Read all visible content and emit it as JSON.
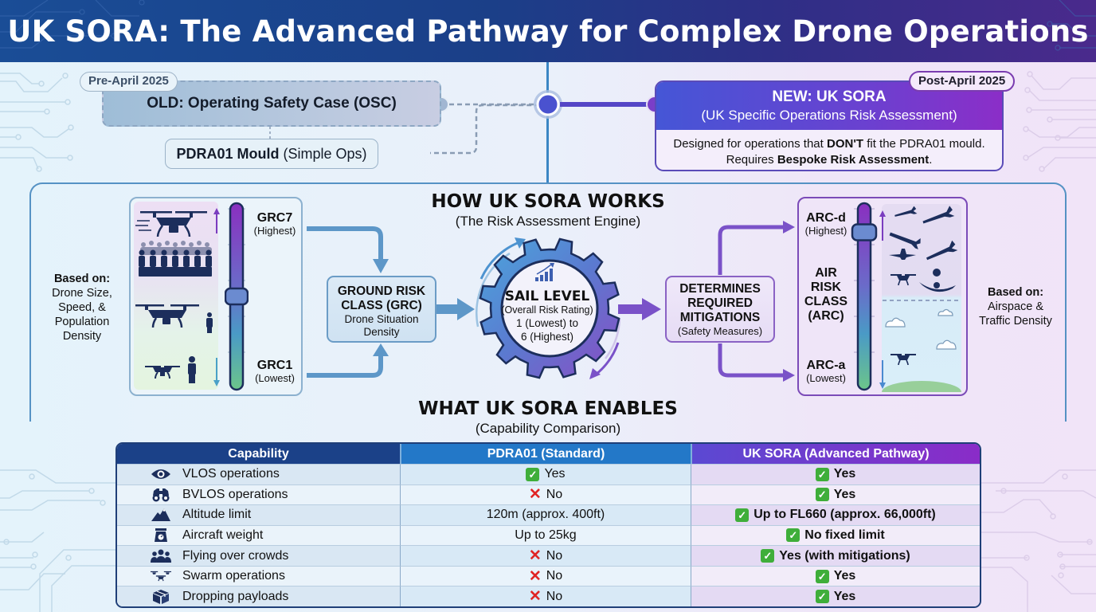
{
  "header": {
    "title": "UK SORA: The Advanced Pathway for Complex Drone Operations"
  },
  "timeline": {
    "pre_tag": "Pre-April 2025",
    "old_box": "OLD: Operating Safety Case (OSC)",
    "pdra_box": {
      "bold": "PDRA01 Mould",
      "normal": "(Simple Ops)"
    },
    "post_tag": "Post-April 2025",
    "new_box": {
      "title": "NEW: UK SORA",
      "subtitle": "(UK Specific Operations Risk Assessment)",
      "line1_pre": "Designed for operations that ",
      "line1_bold": "DON'T",
      "line1_post": " fit the PDRA01 mould.",
      "line2_pre": "Requires ",
      "line2_bold": "Bespoke Risk Assessment",
      "line2_post": "."
    }
  },
  "how_it_works": {
    "title": "HOW UK SORA WORKS",
    "subtitle": "(The Risk Assessment Engine)",
    "ground": {
      "based_on_label": "Based on:",
      "based_on_lines": [
        "Drone Size,",
        "Speed, &",
        "Population",
        "Density"
      ],
      "top_label": "GRC7",
      "top_sub": "(Highest)",
      "bottom_label": "GRC1",
      "bottom_sub": "(Lowest)",
      "slider_level": 0.5,
      "box_title_1": "GROUND RISK",
      "box_title_2": "CLASS (GRC)",
      "box_sub_1": "Drone Situation",
      "box_sub_2": "Density"
    },
    "sail": {
      "title": "SAIL LEVEL",
      "line1": "(Overall Risk Rating)",
      "line2": "1 (Lowest) to",
      "line3": "6 (Highest)"
    },
    "mitigations": {
      "line1": "DETERMINES",
      "line2": "REQUIRED",
      "line3": "MITIGATIONS",
      "sub": "(Safety Measures)"
    },
    "air": {
      "top_label": "ARC-d",
      "top_sub": "(Highest)",
      "middle_lines": [
        "AIR",
        "RISK",
        "CLASS",
        "(ARC)"
      ],
      "bottom_label": "ARC-a",
      "bottom_sub": "(Lowest)",
      "slider_level": 0.85,
      "based_on_label": "Based on:",
      "based_on_lines": [
        "Airspace &",
        "Traffic Density"
      ]
    }
  },
  "enables": {
    "title": "WHAT UK SORA ENABLES",
    "subtitle": "(Capability Comparison)",
    "columns": [
      "Capability",
      "PDRA01 (Standard)",
      "UK SORA (Advanced Pathway)"
    ],
    "rows": [
      {
        "icon": "eye-icon",
        "capability": "VLOS operations",
        "pdra": {
          "mark": "check",
          "text": "Yes"
        },
        "sora": {
          "mark": "check",
          "text": "Yes"
        }
      },
      {
        "icon": "binoculars-icon",
        "capability": "BVLOS operations",
        "pdra": {
          "mark": "cross",
          "text": "No"
        },
        "sora": {
          "mark": "check",
          "text": "Yes"
        }
      },
      {
        "icon": "mountain-icon",
        "capability": "Altitude limit",
        "pdra": {
          "mark": "",
          "text": "120m (approx. 400ft)"
        },
        "sora": {
          "mark": "check",
          "text": "Up to FL660 (approx. 66,000ft)"
        }
      },
      {
        "icon": "scale-icon",
        "capability": "Aircraft weight",
        "pdra": {
          "mark": "",
          "text": "Up to 25kg"
        },
        "sora": {
          "mark": "check",
          "text": "No fixed limit"
        }
      },
      {
        "icon": "crowd-icon",
        "capability": "Flying over crowds",
        "pdra": {
          "mark": "cross",
          "text": "No"
        },
        "sora": {
          "mark": "check",
          "text": "Yes (with mitigations)"
        }
      },
      {
        "icon": "drone-swarm-icon",
        "capability": "Swarm operations",
        "pdra": {
          "mark": "cross",
          "text": "No"
        },
        "sora": {
          "mark": "check",
          "text": "Yes"
        }
      },
      {
        "icon": "package-icon",
        "capability": "Dropping payloads",
        "pdra": {
          "mark": "cross",
          "text": "No"
        },
        "sora": {
          "mark": "check",
          "text": "Yes"
        }
      }
    ]
  },
  "marks": {
    "check": "✓",
    "cross": "✕"
  },
  "colors": {
    "header_start": "#1a4d96",
    "header_end": "#4a2a8c",
    "accent_blue": "#3b86c4",
    "accent_purple": "#7b4bb8",
    "check_green": "#3fae3a",
    "cross_red": "#e02424"
  }
}
